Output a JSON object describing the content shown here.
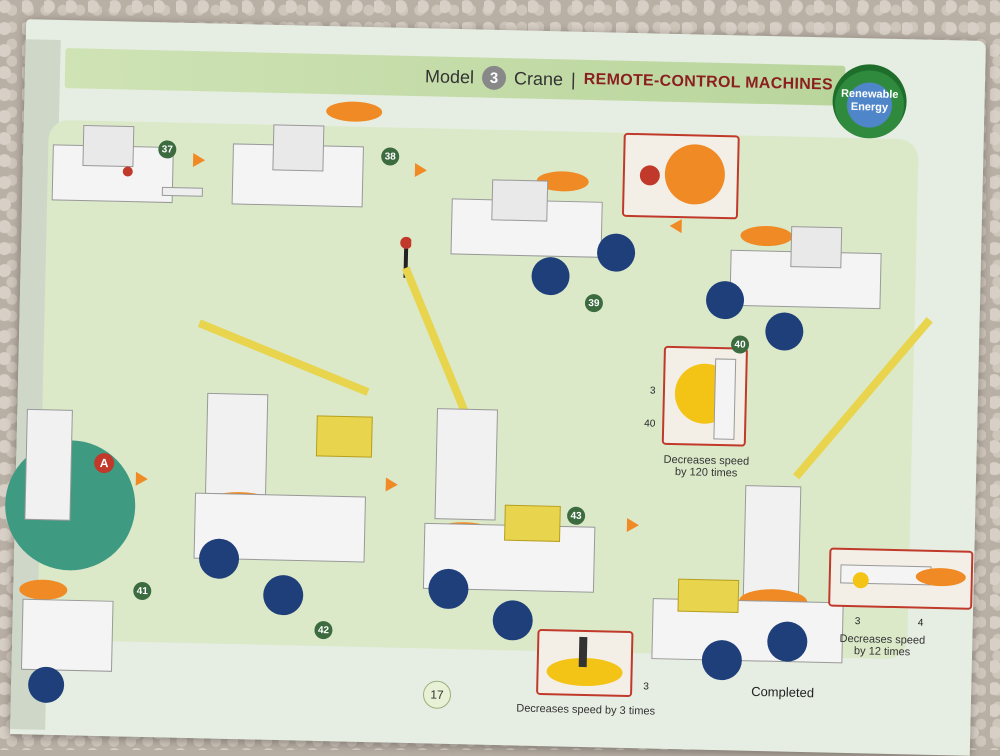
{
  "header": {
    "model_label": "Model",
    "model_number": "3",
    "title": "Crane",
    "separator": "|",
    "subtitle": "REMOTE-CONTROL MACHINES"
  },
  "badge": {
    "line1": "Renewable",
    "line2": "Energy"
  },
  "steps": [
    "37",
    "38",
    "39",
    "40",
    "41",
    "42",
    "43"
  ],
  "marker_A": "A",
  "details": {
    "top_gear": {
      "label_3": "3",
      "label_40": "40",
      "caption_line1": "Decreases speed",
      "caption_line2": "by 120 times"
    },
    "right_gear": {
      "label_3": "3",
      "label_4": "4",
      "caption_line1": "Decreases speed",
      "caption_line2": "by 12 times"
    },
    "bottom_gear": {
      "label_3": "3",
      "caption": "Decreases speed by 3 times"
    }
  },
  "page_number": "17",
  "completed_label": "Completed",
  "colors": {
    "accent_orange": "#f08a24",
    "header_red": "#8b1e1e",
    "panel_green": "#dbe9c9"
  }
}
